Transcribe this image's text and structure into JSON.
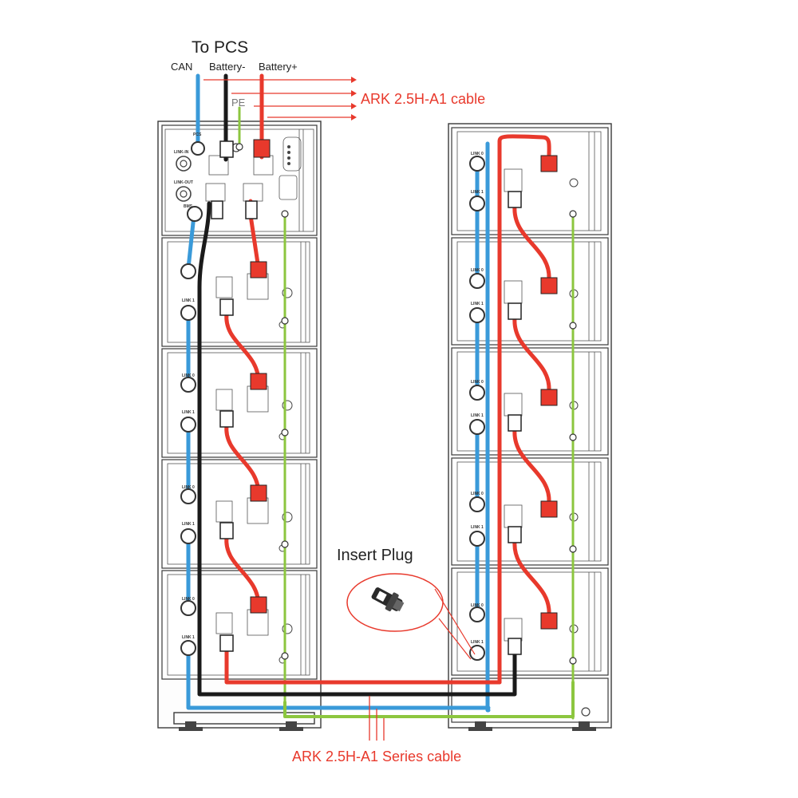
{
  "header": {
    "title": "To PCS",
    "can_label": "CAN",
    "battery_neg_label": "Battery-",
    "battery_pos_label": "Battery+",
    "pe_label": "PE"
  },
  "labels": {
    "top_cable": "ARK 2.5H-A1 cable",
    "bottom_cable": "ARK 2.5H-A1 Series cable",
    "insert_plug": "Insert Plug"
  },
  "port_labels": {
    "pcs": "PCS",
    "link_in": "LINK-IN",
    "link_out": "LINK-OUT",
    "bms": "BMS",
    "link0": "LINK 0",
    "link1": "LINK 1"
  },
  "colors": {
    "red": "#e8392c",
    "blue": "#3a9ad9",
    "black": "#1a1a1a",
    "green": "#8cc63f",
    "label_red": "#e8392c"
  }
}
